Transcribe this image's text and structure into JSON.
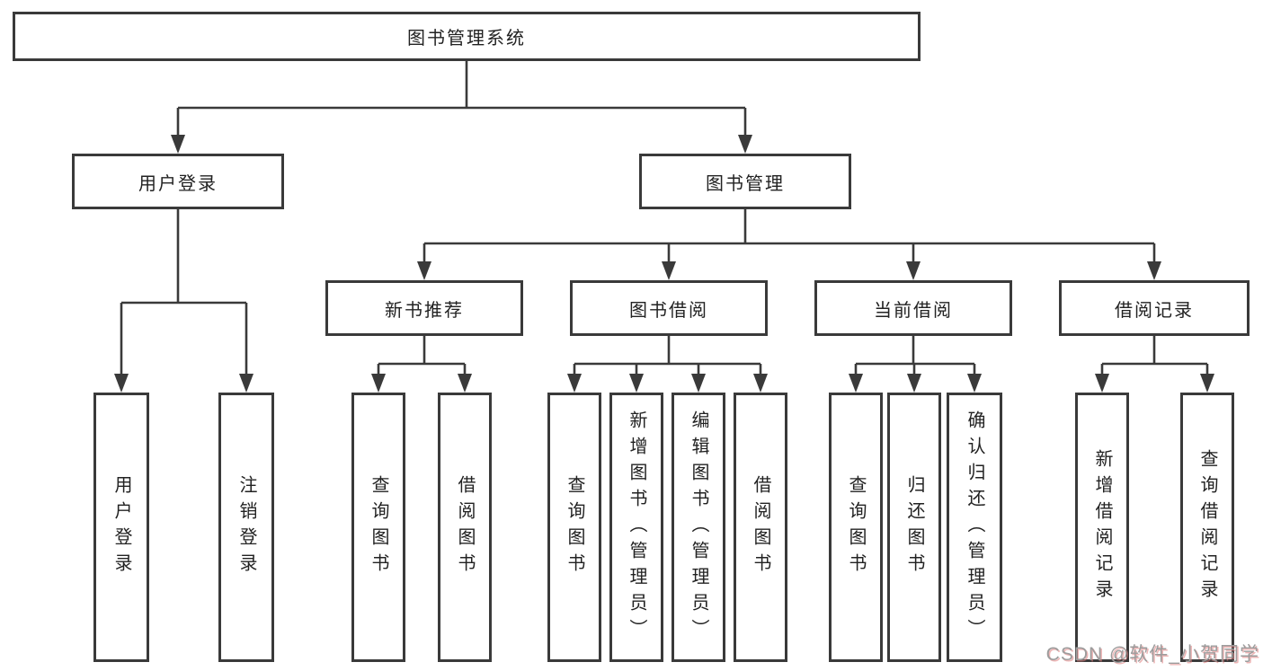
{
  "tree": {
    "root": {
      "label": "图书管理系统",
      "children": [
        {
          "label": "用户登录",
          "children": [
            {
              "label": "用户登录"
            },
            {
              "label": "注销登录"
            }
          ]
        },
        {
          "label": "图书管理",
          "children": [
            {
              "label": "新书推荐",
              "children": [
                {
                  "label": "查询图书"
                },
                {
                  "label": "借阅图书"
                }
              ]
            },
            {
              "label": "图书借阅",
              "children": [
                {
                  "label": "查询图书"
                },
                {
                  "label": "新增图书（管理员）"
                },
                {
                  "label": "编辑图书（管理员）"
                },
                {
                  "label": "借阅图书"
                }
              ]
            },
            {
              "label": "当前借阅",
              "children": [
                {
                  "label": "查询图书"
                },
                {
                  "label": "归还图书"
                },
                {
                  "label": "确认归还（管理员）"
                }
              ]
            },
            {
              "label": "借阅记录",
              "children": [
                {
                  "label": "新增借阅记录"
                },
                {
                  "label": "查询借阅记录"
                }
              ]
            }
          ]
        }
      ]
    }
  },
  "watermark": "CSDN @软件_小贺同学",
  "colors": {
    "line": "#3a3a3a",
    "text": "#222222",
    "background": "#ffffff",
    "watermark_gray": "#9c9c9c",
    "watermark_red": "#de7a7a"
  }
}
